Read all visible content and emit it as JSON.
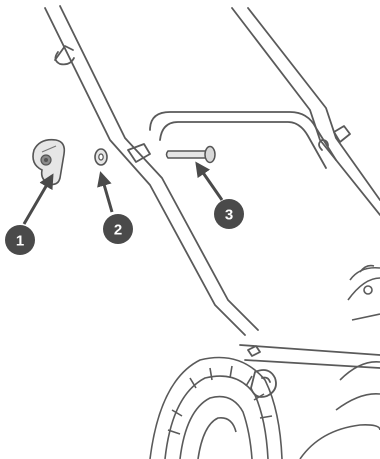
{
  "callouts": [
    {
      "label": "1",
      "part": "knob"
    },
    {
      "label": "2",
      "part": "washer"
    },
    {
      "label": "3",
      "part": "pin"
    }
  ],
  "colors": {
    "line": "#555555",
    "callout_fill": "#4a4a4a",
    "part_fill": "#e6e6e6",
    "part_dark": "#8a8a8a"
  }
}
